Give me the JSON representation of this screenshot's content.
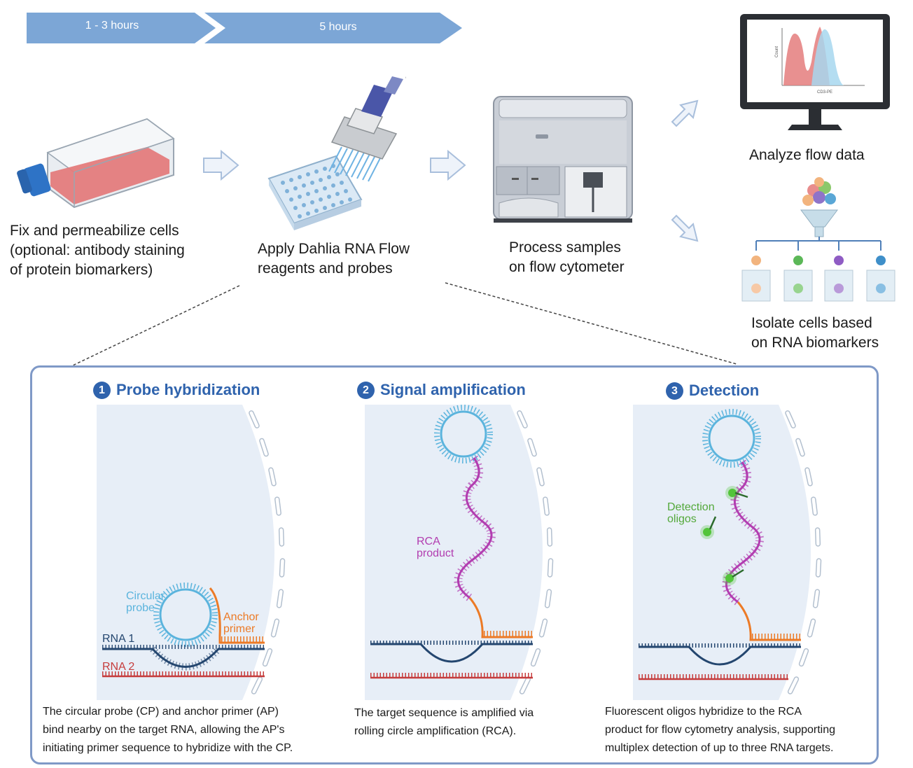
{
  "timeline": {
    "phase1": "1 - 3 hours",
    "phase2": "5 hours"
  },
  "steps": {
    "fix": [
      "Fix and permeabilize cells",
      "(optional: antibody staining",
      "of protein biomarkers)"
    ],
    "apply": [
      "Apply Dahlia RNA Flow",
      "reagents and probes"
    ],
    "process": [
      "Process samples",
      "on flow cytometer"
    ],
    "analyze": [
      "Analyze flow data"
    ],
    "isolate": [
      "Isolate cells based",
      "on RNA biomarkers"
    ]
  },
  "monitor_plot": {
    "ylabel": "Count",
    "xlabel": "CD3-PE"
  },
  "panels": [
    {
      "number": "1",
      "title": "Probe hybridization",
      "labels": {
        "circular_probe": [
          "Circular",
          "probe"
        ],
        "anchor_primer": [
          "Anchor",
          "primer"
        ],
        "rna1": "RNA 1",
        "rna2": "RNA 2"
      },
      "description": [
        "The circular probe (CP) and anchor primer (AP)",
        "bind nearby on the target RNA, allowing the AP's",
        "initiating primer sequence to hybridize with the CP."
      ]
    },
    {
      "number": "2",
      "title": "Signal amplification",
      "labels": {
        "rca_product": [
          "RCA",
          "product"
        ]
      },
      "description": [
        "The target sequence is amplified via",
        "rolling circle amplification (RCA)."
      ]
    },
    {
      "number": "3",
      "title": "Detection",
      "labels": {
        "detection_oligos": [
          "Detection",
          "oligos"
        ]
      },
      "description": [
        "Fluorescent oligos hybridize to the RCA",
        "product for flow cytometry analysis, supporting",
        "multiplex detection of up to three RNA targets."
      ]
    }
  ],
  "colors": {
    "accent_blue": "#2f63ad",
    "probe_cyan": "#5bb4dd",
    "rna1_navy": "#24466f",
    "rna2_red": "#c63c3c",
    "anchor_orange": "#ec7a26",
    "rca_magenta": "#b23db0",
    "oligo_green": "#53c43a",
    "arrow_bar": "#7ca6d6"
  }
}
